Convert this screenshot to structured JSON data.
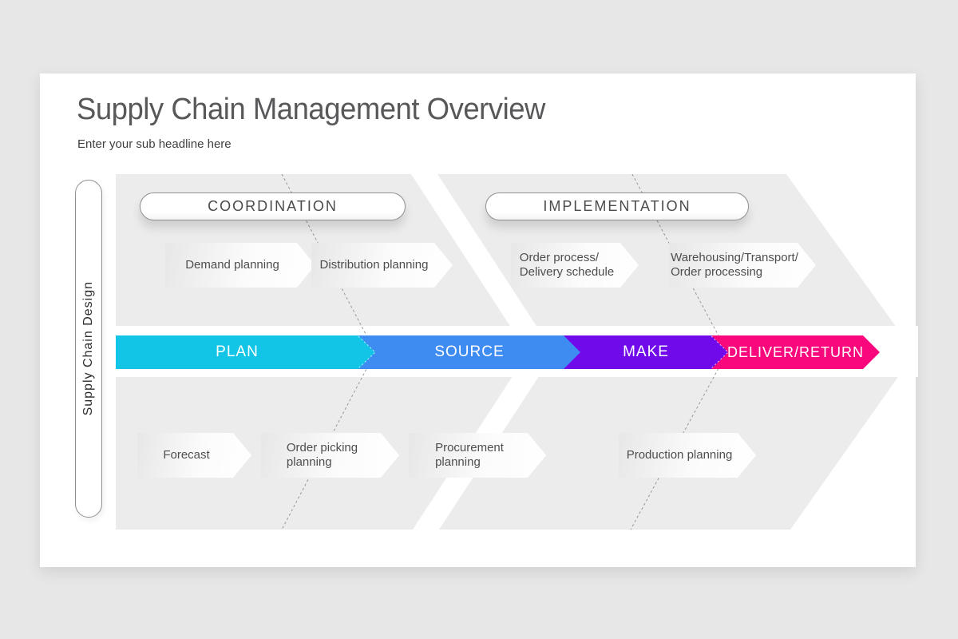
{
  "colors": {
    "page_background": "#E8E7E8",
    "card": "#FFFFFF",
    "chevron_gray": "#EDECED",
    "plan": "#12C5E6",
    "source": "#3E8BF2",
    "make": "#700AEB",
    "deliver_return": "#F8087C"
  },
  "header": {
    "title": "Supply Chain Management Overview",
    "subtitle": "Enter your sub headline here"
  },
  "side_label": "Supply Chain Design",
  "phases": {
    "coordination": "COORDINATION",
    "implementation": "IMPLEMENTATION"
  },
  "top_arrows": [
    {
      "line1": "Demand planning",
      "line2": ""
    },
    {
      "line1": "Distribution planning",
      "line2": ""
    },
    {
      "line1": "Order process/",
      "line2": "Delivery schedule"
    },
    {
      "line1": "Warehousing/Transport/",
      "line2": "Order processing"
    }
  ],
  "bar_segments": [
    {
      "label": "PLAN",
      "color": "#12C5E6"
    },
    {
      "label": "SOURCE",
      "color": "#3E8BF2"
    },
    {
      "label": "MAKE",
      "color": "#700AEB"
    },
    {
      "label": "DELIVER/RETURN",
      "color": "#F8087C"
    }
  ],
  "bottom_arrows": [
    {
      "line1": "Forecast",
      "line2": ""
    },
    {
      "line1": "Order picking",
      "line2": "planning"
    },
    {
      "line1": "Procurement",
      "line2": "planning"
    },
    {
      "line1": "Production planning",
      "line2": ""
    }
  ]
}
